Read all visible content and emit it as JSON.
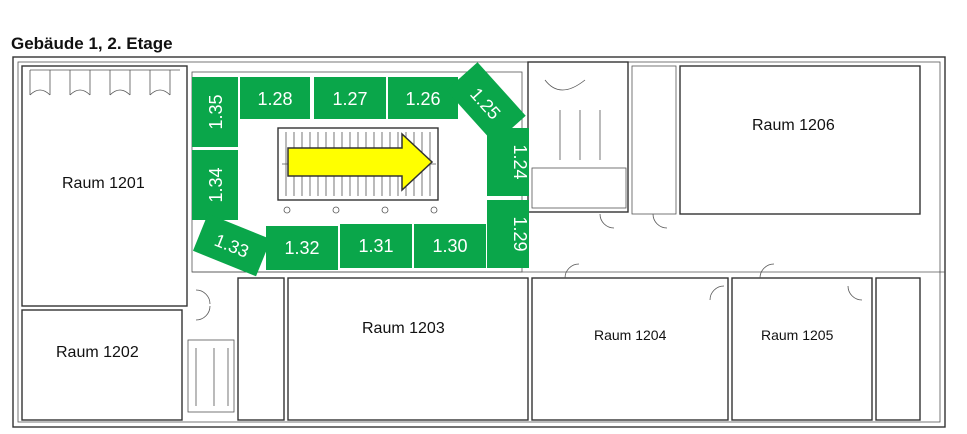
{
  "title": "Gebäude 1, 2. Etage",
  "colors": {
    "slot": "#0aa64a",
    "arrow": "#ffff00",
    "wall": "#333333"
  },
  "rooms": [
    {
      "id": "1201",
      "label": "Raum 1201"
    },
    {
      "id": "1202",
      "label": "Raum 1202"
    },
    {
      "id": "1203",
      "label": "Raum 1203"
    },
    {
      "id": "1204",
      "label": "Raum 1204"
    },
    {
      "id": "1205",
      "label": "Raum 1205"
    },
    {
      "id": "1206",
      "label": "Raum 1206"
    }
  ],
  "slots": [
    {
      "id": "s135",
      "label": "1.35"
    },
    {
      "id": "s128",
      "label": "1.28"
    },
    {
      "id": "s127",
      "label": "1.27"
    },
    {
      "id": "s126",
      "label": "1.26"
    },
    {
      "id": "s125",
      "label": "1.25"
    },
    {
      "id": "s124",
      "label": "1.24"
    },
    {
      "id": "s134",
      "label": "1.34"
    },
    {
      "id": "s133",
      "label": "1.33"
    },
    {
      "id": "s132",
      "label": "1.32"
    },
    {
      "id": "s131",
      "label": "1.31"
    },
    {
      "id": "s130",
      "label": "1.30"
    },
    {
      "id": "s129",
      "label": "1.29"
    }
  ],
  "arrow": {
    "icon": "direction-arrow-icon"
  }
}
